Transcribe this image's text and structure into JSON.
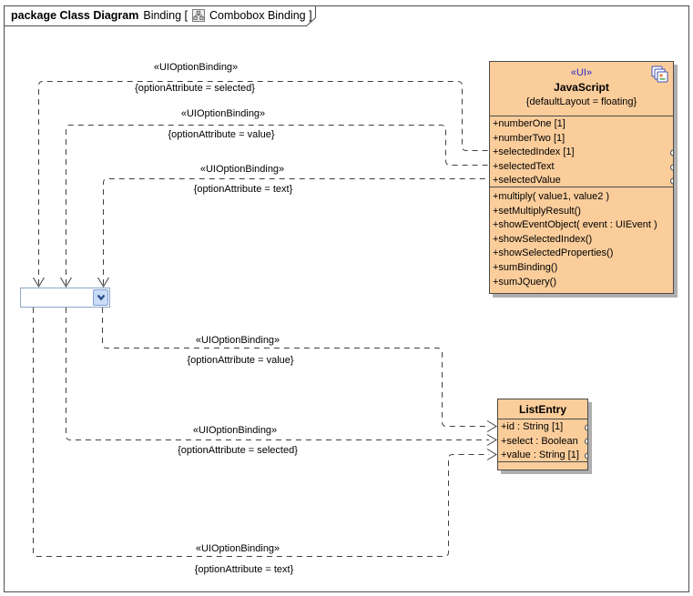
{
  "colors": {
    "class_fill": "#FACD9B",
    "class_border": "#4A4A4A",
    "stereotype_blue": "#2B2BC8",
    "connector": "#3F3F3F",
    "shadow": "#AFAFAF",
    "combobox_border": "#8AA6C6",
    "combobox_button_fill": "#C9DCF6",
    "combobox_chevron": "#2B4F8E"
  },
  "tab": {
    "keyword_title": "package Class Diagram",
    "context": "Binding [",
    "diagram_name": "Combobox Binding ]"
  },
  "combobox": {
    "value": ""
  },
  "classes": {
    "javascript": {
      "stereotype": "«UI»",
      "name": "JavaScript",
      "tagged_values": "{defaultLayout = floating}",
      "attributes": [
        "+numberOne [1]",
        "+numberTwo [1]",
        "+selectedIndex [1]",
        "+selectedText",
        "+selectedValue"
      ],
      "operations": [
        "+multiply( value1, value2 )",
        "+setMultiplyResult()",
        "+showEventObject( event : UIEvent )",
        "+showSelectedIndex()",
        "+showSelectedProperties()",
        "+sumBinding()",
        "+sumJQuery()"
      ]
    },
    "list_entry": {
      "name": "ListEntry",
      "attributes": [
        "+id : String [1]",
        "+select : Boolean",
        "+value : String [1]"
      ]
    }
  },
  "connectors": [
    {
      "stereotype": "«UIOptionBinding»",
      "constraint": "{optionAttribute = selected}"
    },
    {
      "stereotype": "«UIOptionBinding»",
      "constraint": "{optionAttribute = value}"
    },
    {
      "stereotype": "«UIOptionBinding»",
      "constraint": "{optionAttribute = text}"
    },
    {
      "stereotype": "«UIOptionBinding»",
      "constraint": "{optionAttribute = value}"
    },
    {
      "stereotype": "«UIOptionBinding»",
      "constraint": "{optionAttribute = selected}"
    },
    {
      "stereotype": "«UIOptionBinding»",
      "constraint": "{optionAttribute = text}"
    }
  ]
}
